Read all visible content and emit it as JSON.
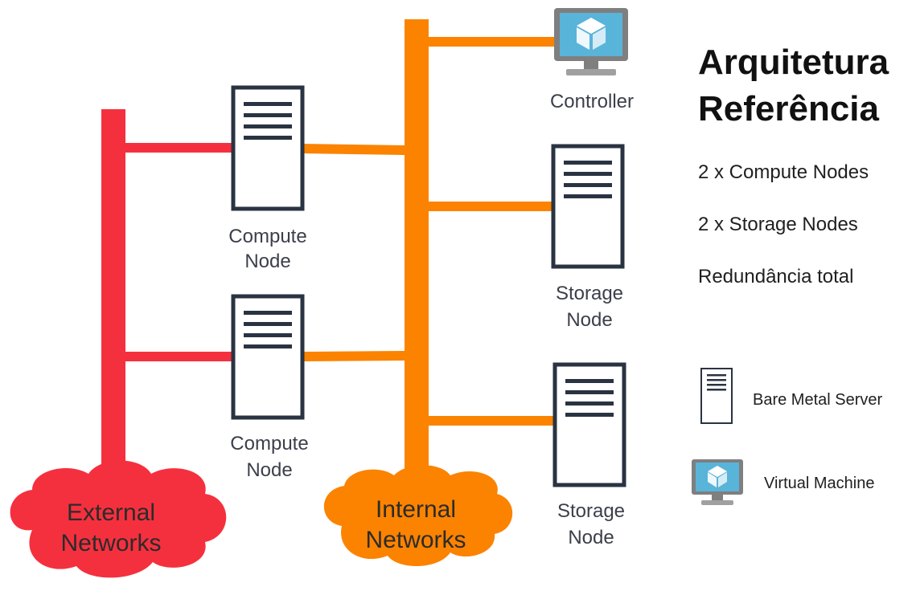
{
  "title": {
    "line1": "Arquitetura",
    "line2": "Referência"
  },
  "info": [
    "2 x Compute Nodes",
    "2 x Storage Nodes",
    "Redundância total"
  ],
  "nodes": {
    "controller": "Controller",
    "compute1": [
      "Compute",
      "Node"
    ],
    "compute2": [
      "Compute",
      "Node"
    ],
    "storage1": [
      "Storage",
      "Node"
    ],
    "storage2": [
      "Storage",
      "Node"
    ]
  },
  "networks": {
    "external": [
      "External",
      "Networks"
    ],
    "internal": [
      "Internal",
      "Networks"
    ]
  },
  "legend": {
    "server": "Bare Metal Server",
    "vm": "Virtual Machine"
  },
  "colors": {
    "external_network": "#f5303e",
    "internal_network": "#fb8300",
    "server_stroke": "#2a3342",
    "vm_blue": "#59b4d9",
    "vm_gray": "#7f7f7f"
  },
  "icons": {
    "server": "server-icon",
    "vm": "virtual-machine-icon"
  }
}
